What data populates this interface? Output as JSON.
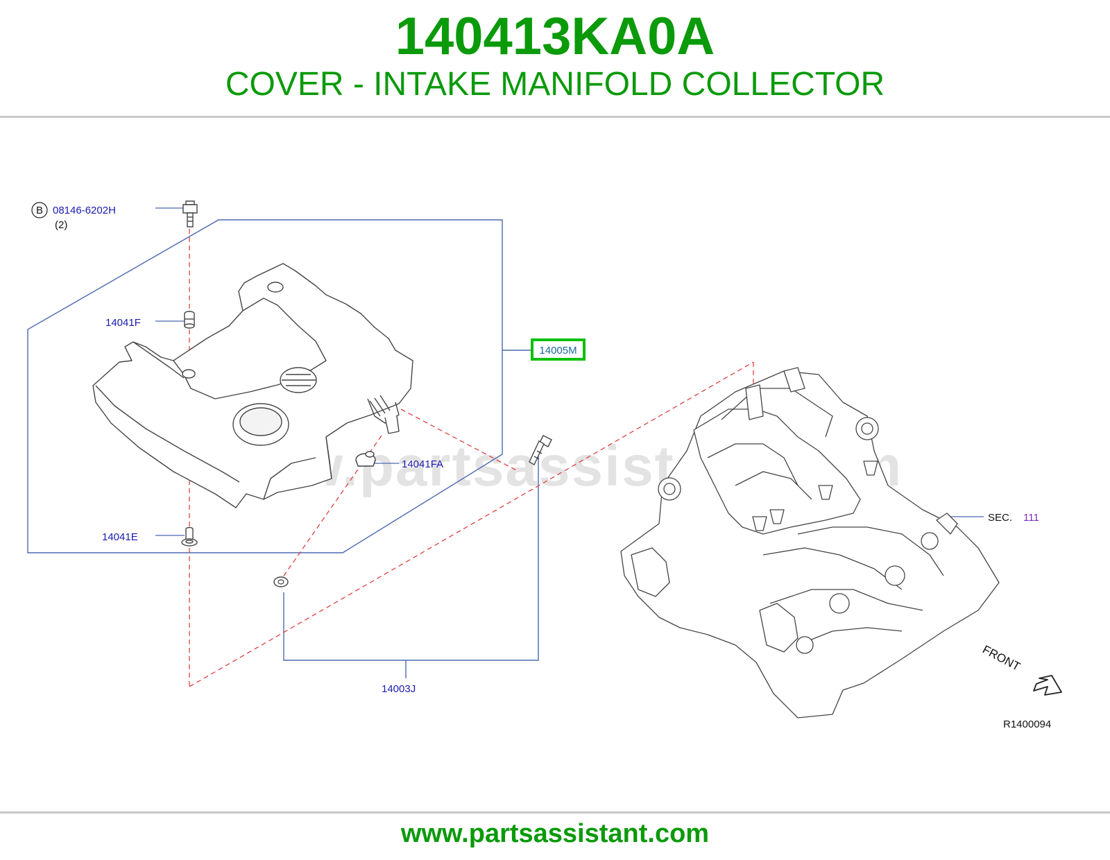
{
  "header": {
    "part_number": "140413KA0A",
    "part_name": "COVER - INTAKE MANIFOLD COLLECTOR"
  },
  "watermark": "www.partsassistant.com",
  "footer": {
    "url": "www.partsassistant.com"
  },
  "callouts": {
    "bolt_circle": "B",
    "bolt": "08146-6202H",
    "bolt_qty": "(2)",
    "grommet_f": "14041F",
    "grommet_fa": "14041FA",
    "grommet_e": "14041E",
    "cover_assembly": "14005M",
    "stud_kit": "14003J",
    "sec_label": "SEC.",
    "sec_number": "111",
    "front": "FRONT",
    "ref_code": "R1400094"
  },
  "colors": {
    "header": "#0a9a0a",
    "callout_text": "#1a1ab0",
    "sec_number": "#7a2ab8",
    "leader": "#4a68b0",
    "dash": "#e04040",
    "highlight": "#0cc00c",
    "drawing": "#444444"
  }
}
